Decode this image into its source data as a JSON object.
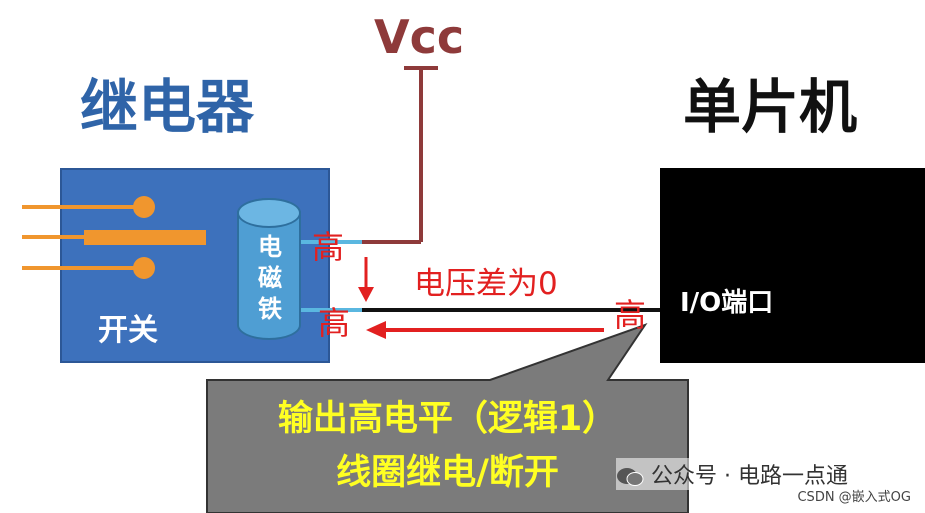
{
  "relay": {
    "title": "继电器",
    "switch_label": "开关",
    "coil_chars": [
      "电",
      "磁",
      "铁"
    ]
  },
  "mcu": {
    "title": "单片机",
    "io_label": "I/O端口"
  },
  "vcc": {
    "label": "Vcc"
  },
  "levels": {
    "coil_top": "高",
    "coil_bottom": "高",
    "io": "高"
  },
  "voltage_diff": "电压差为0",
  "callout": {
    "line1": "输出高电平（逻辑1）",
    "line2": "线圈继电/断开"
  },
  "watermark": {
    "wechat": "公众号 · 电路一点通",
    "csdn": "CSDN @嵌入式OG"
  },
  "colors": {
    "relay_blue": "#3d71bc",
    "coil_blue": "#4f9ed3",
    "vcc_wire": "#8e3a3a",
    "arrow_red": "#e22020",
    "callout_fill": "#7b7b7b",
    "callout_text": "#ffff22",
    "pin_orange": "#f0962e"
  }
}
